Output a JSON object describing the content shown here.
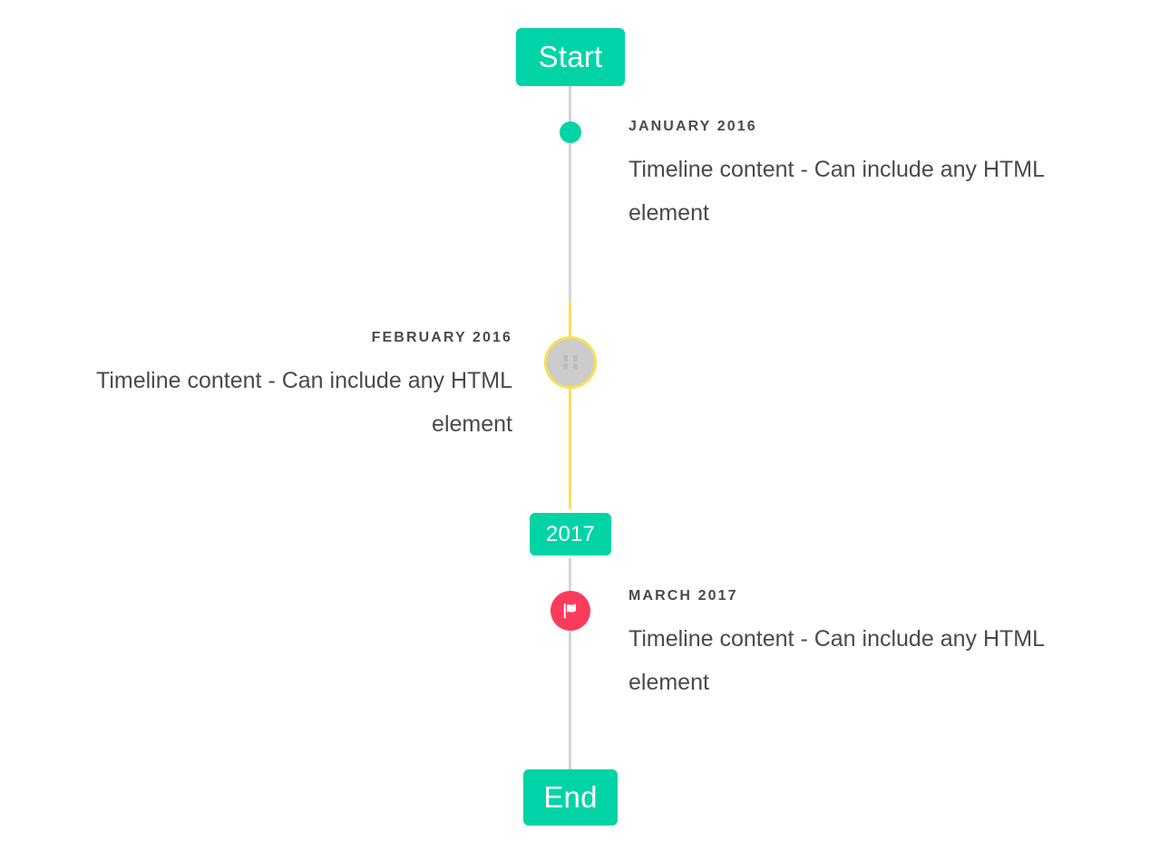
{
  "colors": {
    "accent_teal": "#00d4a6",
    "highlight_yellow": "#f8df58",
    "marker_pink": "#fb3b5c",
    "line_gray": "#d4d4d4",
    "marker_gray": "#cccccc",
    "text_gray": "#4a4a4a",
    "background": "#ffffff"
  },
  "timeline": {
    "start_label": "Start",
    "year_label": "2017",
    "end_label": "End",
    "entries": [
      {
        "date": "JANUARY 2016",
        "body": "Timeline content - Can include any HTML element",
        "side": "right",
        "marker": "dot-icon",
        "marker_color": "#00d4a6"
      },
      {
        "date": "FEBRUARY 2016",
        "body": "Timeline content - Can include any HTML element",
        "side": "left",
        "marker": "missing-glyph-icon",
        "marker_color": "#cccccc"
      },
      {
        "date": "MARCH 2017",
        "body": "Timeline content - Can include any HTML element",
        "side": "right",
        "marker": "flag-icon",
        "marker_color": "#fb3b5c"
      }
    ]
  }
}
